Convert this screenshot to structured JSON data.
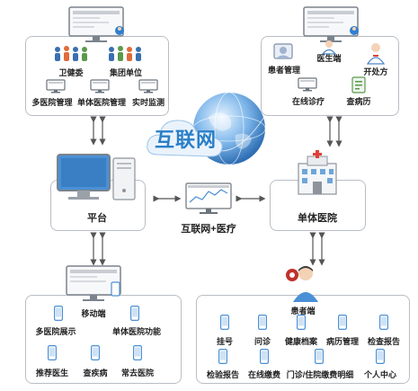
{
  "top_left": {
    "gov": "卫健委",
    "group": "集团单位",
    "multi": "多医院管理",
    "single": "单体医院管理",
    "monitor": "实时监测"
  },
  "top_right": {
    "patient_mgmt": "患者管理",
    "doctor": "医生端",
    "prescribe": "开处方",
    "online": "在线诊疗",
    "records": "查病历"
  },
  "center": {
    "cloud": "互联网",
    "platform": "平台",
    "internet_medical": "互联网+医疗",
    "hospital": "单体医院"
  },
  "bottom_left": {
    "mobile": "移动端",
    "multi_display": "多医院展示",
    "single_func": "单体医院功能",
    "recommend": "推荐医生",
    "check_disease": "查疾病",
    "common_hosp": "常去医院"
  },
  "bottom_right": {
    "patient_end": "患者端",
    "row1": [
      "挂号",
      "问诊",
      "健康档案",
      "病历管理",
      "检查报告"
    ],
    "row2": [
      "检验报告",
      "在线缴费",
      "门诊/住院缴费明细",
      "个人中心"
    ]
  }
}
